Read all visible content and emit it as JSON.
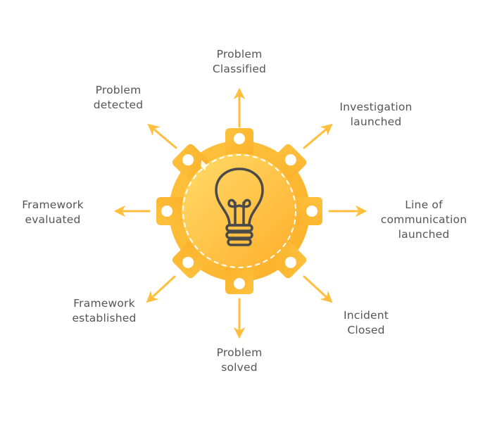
{
  "diagram": {
    "center_icon": "lightbulb-icon",
    "colors": {
      "gear_outer": "#FDB931",
      "gear_inner_light": "#FFD25A",
      "gear_inner_dark": "#FFB42E",
      "arrow": "#FFBE3C",
      "text": "#555555",
      "bulb_stroke": "#4A4A4A"
    },
    "steps": [
      {
        "id": "problem-classified",
        "lines": [
          "Problem",
          "Classified"
        ]
      },
      {
        "id": "investigation-launched",
        "lines": [
          "Investigation",
          "launched"
        ]
      },
      {
        "id": "line-of-communication-launched",
        "lines": [
          "Line of",
          "communication",
          "launched"
        ]
      },
      {
        "id": "incident-closed",
        "lines": [
          "Incident",
          "Closed"
        ]
      },
      {
        "id": "problem-solved",
        "lines": [
          "Problem",
          "solved"
        ]
      },
      {
        "id": "framework-established",
        "lines": [
          "Framework",
          "established"
        ]
      },
      {
        "id": "framework-evaluated",
        "lines": [
          "Framework",
          "evaluated"
        ]
      },
      {
        "id": "problem-detected",
        "lines": [
          "Problem",
          "detected"
        ]
      }
    ]
  }
}
